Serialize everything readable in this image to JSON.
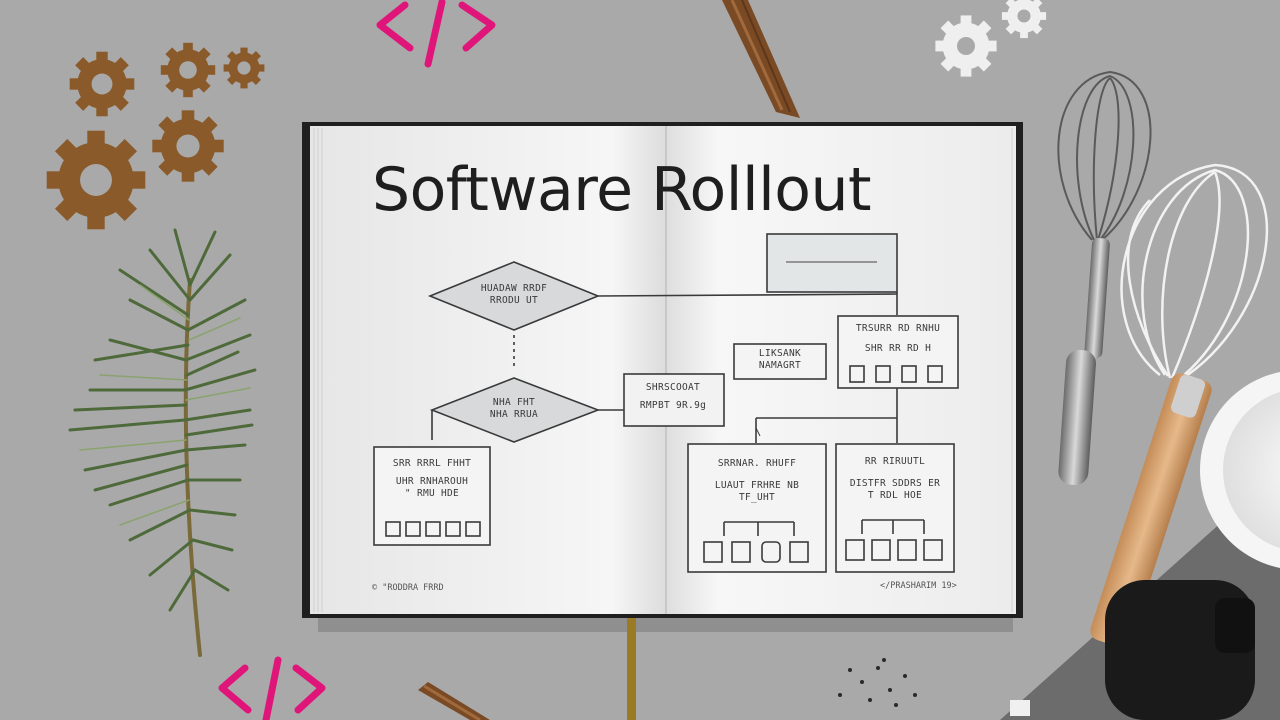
{
  "book": {
    "title": "Software Rolllout"
  },
  "flowchart": {
    "diamond_top": [
      "HUADAW RRDF",
      "RRODU UT"
    ],
    "diamond_mid": [
      "NHA FHT",
      "NHA RRUA"
    ],
    "box_left": [
      "SRR RRRL FHHT",
      "UHR RNHAROUH",
      "\" RMU HDE"
    ],
    "box_center_top": [
      "LIKSANK",
      "NAMAGRT"
    ],
    "box_right_top": [
      "TRSURR RD RNHU",
      "SHR RR RD H"
    ],
    "box_overlay": [
      "SHRSCOOAT",
      "RMPBT 9R.9g"
    ],
    "box_bottom_mid": [
      "SRRNAR. RHUFF",
      "LUAUT FRHRE NB",
      "TF_UHT"
    ],
    "box_bottom_right": [
      "RR RIRUUTL",
      "DISTFR SDDRS ER",
      "T RDL HOE"
    ]
  },
  "footer": {
    "left": "© \"RODDRA FRRD",
    "right": "</PRASHARIM 19>"
  },
  "colors": {
    "background": "#a9a9a9",
    "page": "#f4f4f4",
    "gear": "#8a5a2b",
    "code_symbol": "#e0157a",
    "whisk_handle": "#d8a877",
    "rosemary": "#4f6a3a"
  },
  "icons": [
    "code-brackets-icon",
    "gear-icon",
    "whisk-icon",
    "rosemary-sprig",
    "cinnamon-stick",
    "bowl",
    "spice-jar"
  ]
}
